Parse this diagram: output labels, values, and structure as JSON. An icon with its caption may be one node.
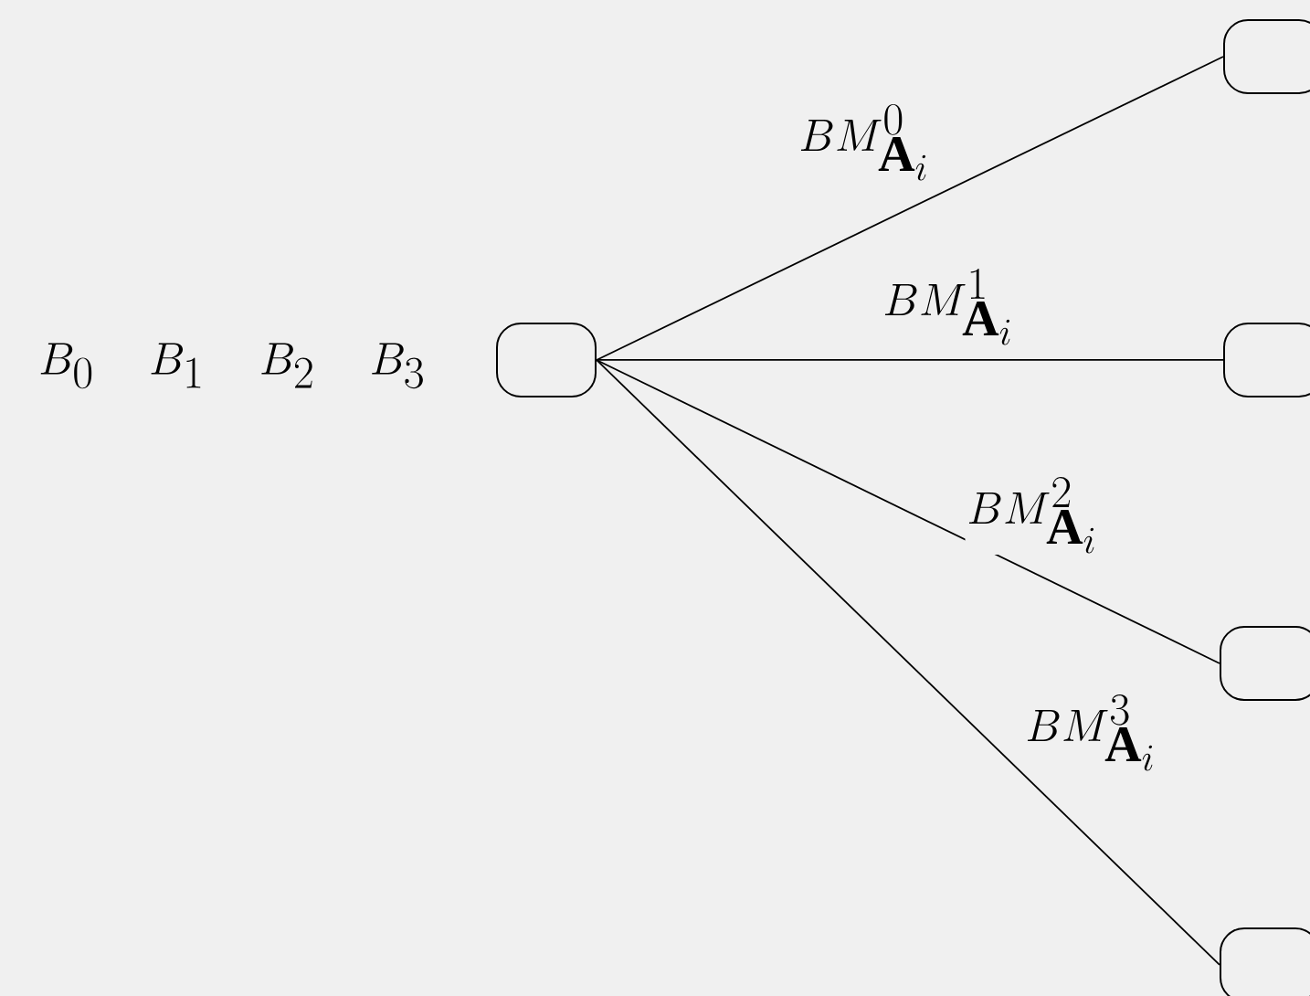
{
  "diagram": {
    "labels": [
      "B_0\\ \\ \\ B_1\\ \\ \\ B_2\\ \\ \\ B_3"
    ],
    "nodes": [
      {
        "text": [],
        "shape": "box"
      },
      {
        "text": [],
        "shape": "box"
      },
      {
        "text": [],
        "shape": "box"
      },
      {
        "text": [],
        "shape": "box"
      },
      {
        "text": [],
        "shape": "box"
      }
    ],
    "edges": [
      {
        "from": 0,
        "to": 1,
        "arrow": "none",
        "label": "BM^{0}_{\\mathbf{A}_i}"
      },
      {
        "from": 0,
        "to": 2,
        "arrow": "none",
        "label": "BM^{1}_{\\mathbf{A}_i}"
      },
      {
        "from": 0,
        "to": 3,
        "arrow": "none",
        "label": "BM^{2}_{\\mathbf{A}_i}"
      },
      {
        "from": 0,
        "to": 4,
        "arrow": "none",
        "label": "BM^{3}_{\\mathbf{A}_i}"
      }
    ]
  }
}
